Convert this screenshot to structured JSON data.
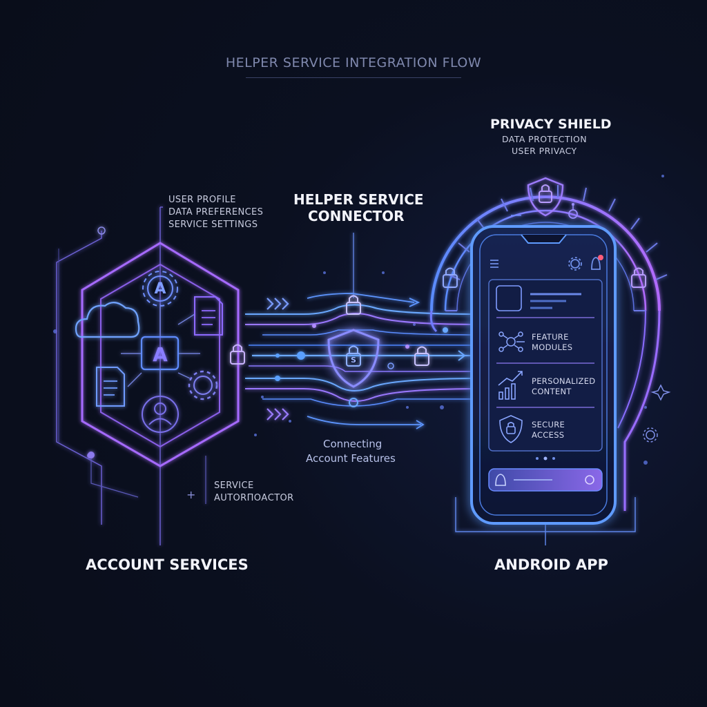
{
  "title": "HELPER SERVICE INTEGRATION FLOW",
  "privacy": {
    "title": "PRIVACY SHIELD",
    "lines": [
      "DATA PROTECTION",
      "USER PRIVACY"
    ]
  },
  "account": {
    "notes": [
      "USER PROFILE",
      "DATA PREFERENCES",
      "SERVICE SETTINGS"
    ],
    "footer_lines": [
      "SERVICE",
      "AUTORΠΟΑCTOR"
    ],
    "label": "ACCOUNT SERVICES",
    "center_letter": "A",
    "gear_letter": "A"
  },
  "connector": {
    "title_lines": [
      "HELPER SERVICE",
      "CONNECTOR"
    ],
    "caption_lines": [
      "Connecting",
      "Account Features"
    ],
    "shield_letter": "S"
  },
  "app": {
    "label": "ANDROID APP",
    "features": [
      {
        "icon": "modules-icon",
        "lines": [
          "FEATURE",
          "MODULES"
        ]
      },
      {
        "icon": "chart-icon",
        "lines": [
          "PERSONALIZED",
          "CONTENT"
        ]
      },
      {
        "icon": "shield-lock-icon",
        "lines": [
          "SECURE",
          "ACCESS"
        ]
      }
    ]
  },
  "colors": {
    "purple": "#a66bff",
    "blue": "#4d8dff",
    "cyan": "#5ab8ff",
    "notify": "#ff5c7a"
  }
}
